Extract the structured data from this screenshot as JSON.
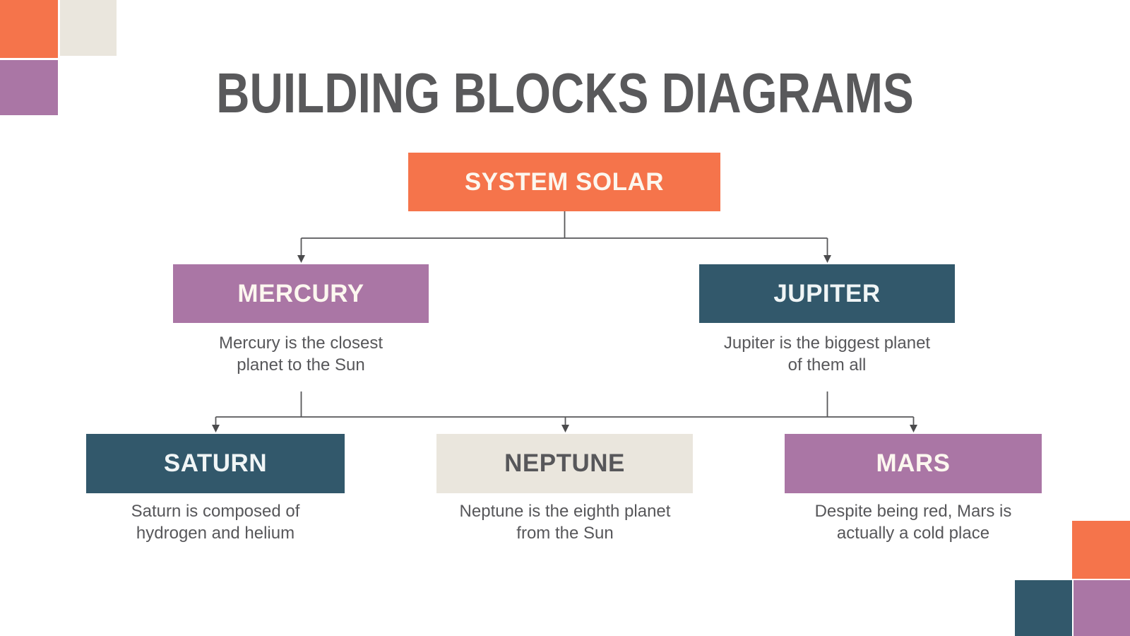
{
  "page": {
    "title": "BUILDING BLOCKS DIAGRAMS"
  },
  "palette": {
    "orange": "#F5744B",
    "purple": "#AA76A5",
    "teal": "#32586B",
    "beige": "#EAE6DD",
    "text_dark_gray": "#57575A",
    "title_gray": "#59595B",
    "text_warm_white": "#FCF7EF",
    "connector_gray": "#58585A"
  },
  "diagram": {
    "root": {
      "label": "SYSTEM SOLAR",
      "color": "orange"
    },
    "level2": [
      {
        "label": "MERCURY",
        "color": "purple",
        "description": "Mercury is the closest\nplanet to the Sun"
      },
      {
        "label": "JUPITER",
        "color": "teal",
        "description": "Jupiter is the biggest planet\nof them all"
      }
    ],
    "level3": [
      {
        "label": "SATURN",
        "color": "teal",
        "description": "Saturn is composed of\nhydrogen and helium"
      },
      {
        "label": "NEPTUNE",
        "color": "beige",
        "description": "Neptune is the eighth planet\nfrom the Sun"
      },
      {
        "label": "MARS",
        "color": "purple",
        "description": "Despite being red, Mars is\nactually a cold place"
      }
    ]
  }
}
